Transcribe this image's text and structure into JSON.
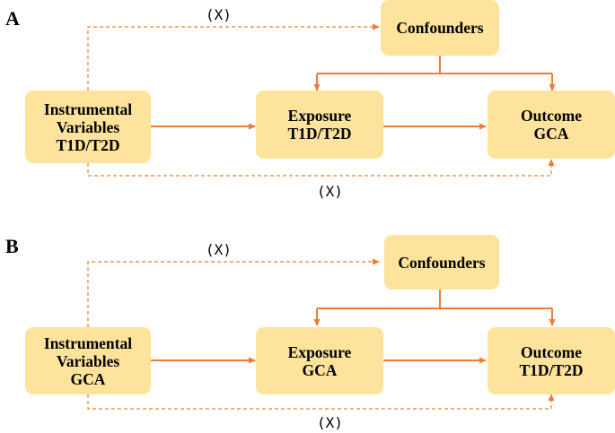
{
  "colors": {
    "box_fill": "#fde39b",
    "arrow": "#ed7d31"
  },
  "panels": [
    {
      "label": "A",
      "nodes": {
        "instrument": [
          "Instrumental",
          "Variables",
          "T1D/T2D"
        ],
        "confounders": [
          "Confounders"
        ],
        "exposure": [
          "Exposure",
          "T1D/T2D"
        ],
        "outcome": [
          "Outcome",
          "GCA"
        ]
      },
      "blocked_path_top": "(X)",
      "blocked_path_bottom": "(X)"
    },
    {
      "label": "B",
      "nodes": {
        "instrument": [
          "Instrumental",
          "Variables",
          "GCA"
        ],
        "confounders": [
          "Confounders"
        ],
        "exposure": [
          "Exposure",
          "GCA"
        ],
        "outcome": [
          "Outcome",
          "T1D/T2D"
        ]
      },
      "blocked_path_top": "(X)",
      "blocked_path_bottom": "(X)"
    }
  ]
}
